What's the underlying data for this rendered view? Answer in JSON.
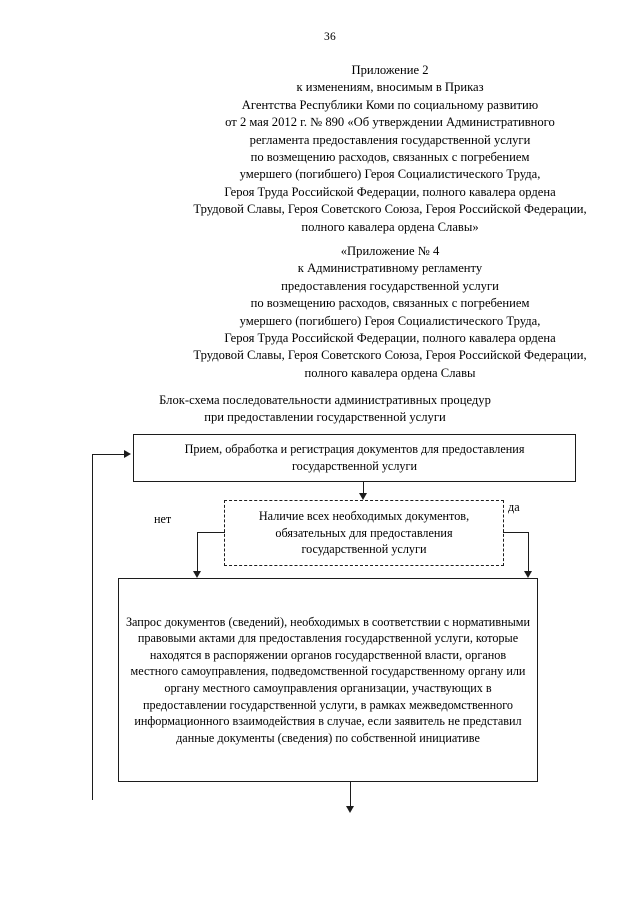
{
  "page": {
    "number": "36"
  },
  "appendix_reference": {
    "lines": [
      "Приложение 2",
      "к изменениям, вносимым в Приказ",
      "Агентства Республики Коми по социальному развитию",
      "от 2 мая 2012 г. № 890 «Об утверждении Административного",
      "регламента предоставления государственной услуги",
      "по возмещению расходов, связанных с погребением",
      "умершего (погибшего) Героя Социалистического Труда,",
      "Героя Труда Российской Федерации, полного кавалера ордена",
      "Трудовой Славы, Героя Советского Союза, Героя Российской Федерации,",
      "полного кавалера ордена Славы»"
    ]
  },
  "appendix_title": {
    "lines": [
      "«Приложение № 4",
      "к Административному регламенту",
      "предоставления государственной услуги",
      "по возмещению расходов, связанных с погребением",
      "умершего (погибшего) Героя Социалистического Труда,",
      "Героя Труда Российской Федерации, полного кавалера ордена",
      "Трудовой Славы, Героя Советского Союза, Героя Российской Федерации,",
      "полного кавалера ордена Славы"
    ]
  },
  "flowchart": {
    "title_lines": [
      "Блок-схема последовательности административных процедур",
      "при предоставлении государственной услуги"
    ],
    "nodes": {
      "intake": "Прием, обработка и регистрация документов для предоставления государственной услуги",
      "decision": "Наличие всех необходимых документов, обязательных для предоставления государственной услуги",
      "request": "Запрос документов (сведений), необходимых в соответствии с нормативными правовыми актами для предоставления государственной услуги, которые находятся в распоряжении органов государственной власти, органов местного самоуправления, подведомственной государственному органу или органу местного самоуправления организации, участвующих в предоставлении государственной услуги, в рамках межведомственного информационного взаимодействия в случае, если заявитель не представил данные документы (сведения) по собственной инициативе"
    },
    "branch_labels": {
      "no": "нет",
      "yes": "да"
    },
    "colors": {
      "stroke": "#1c1c1c",
      "background": "#ffffff"
    }
  }
}
